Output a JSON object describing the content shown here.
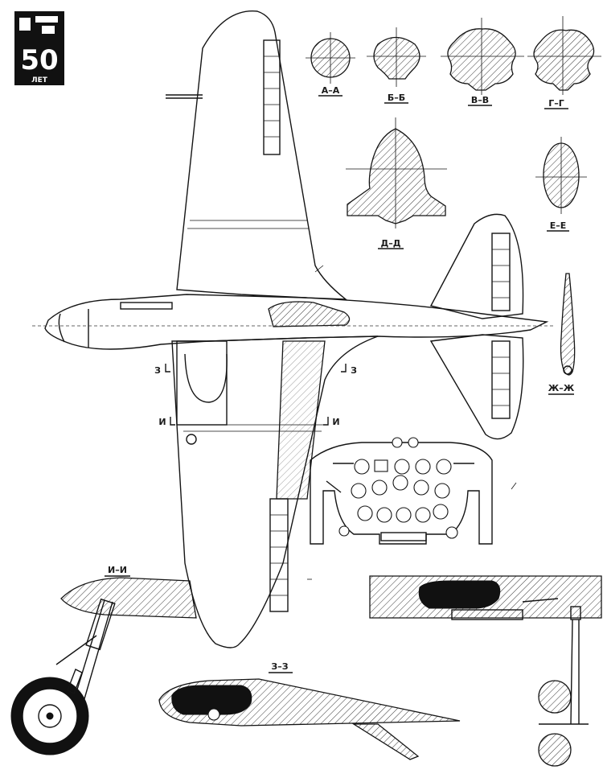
{
  "logo": {
    "text": "50",
    "caption": "ЛЕТ"
  },
  "sections": {
    "aa": "А–А",
    "bb": "Б–Б",
    "vv": "В–В",
    "gg": "Г–Г",
    "dd": "Д–Д",
    "ee": "Е–Е",
    "zhzh": "Ж–Ж",
    "ii": "И–И",
    "zz": "З–З"
  },
  "cut_marks": {
    "z": "З",
    "i": "И"
  }
}
